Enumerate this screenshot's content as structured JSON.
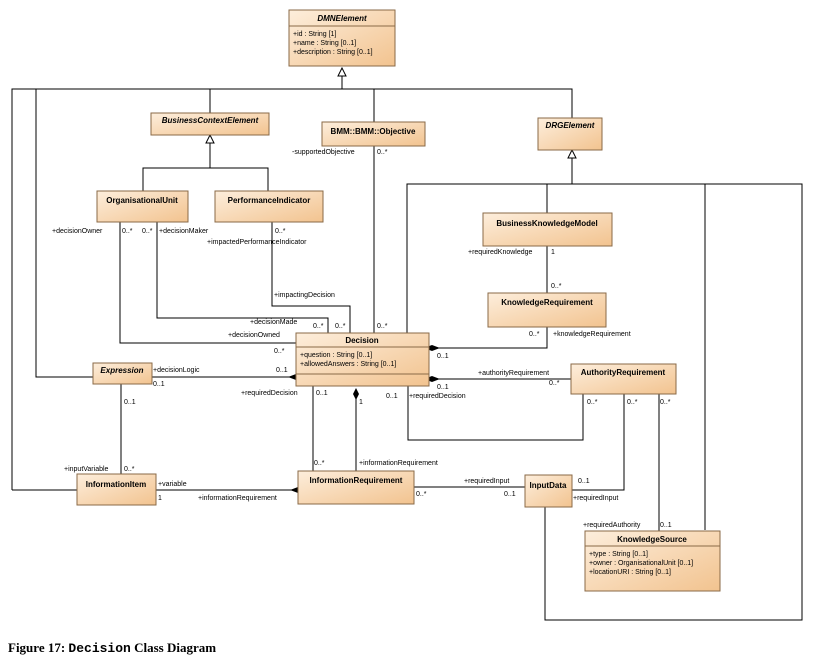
{
  "classes": {
    "dmn_element": {
      "name": "DMNElement",
      "attrs": [
        "+id : String [1]",
        "+name : String [0..1]",
        "+description : String [0..1]"
      ]
    },
    "business_context_element": {
      "name": "BusinessContextElement"
    },
    "bmm_objective": {
      "name": "BMM::BMM::Objective"
    },
    "drg_element": {
      "name": "DRGElement"
    },
    "organisational_unit": {
      "name": "OrganisationalUnit"
    },
    "performance_indicator": {
      "name": "PerformanceIndicator"
    },
    "business_knowledge_model": {
      "name": "BusinessKnowledgeModel"
    },
    "knowledge_requirement": {
      "name": "KnowledgeRequirement"
    },
    "decision": {
      "name": "Decision",
      "attrs": [
        "+question : String [0..1]",
        "+allowedAnswers : String [0..1]"
      ]
    },
    "expression": {
      "name": "Expression"
    },
    "authority_requirement": {
      "name": "AuthorityRequirement"
    },
    "information_item": {
      "name": "InformationItem"
    },
    "information_requirement": {
      "name": "InformationRequirement"
    },
    "input_data": {
      "name": "InputData"
    },
    "knowledge_source": {
      "name": "KnowledgeSource",
      "attrs": [
        "+type : String [0..1]",
        "+owner : OrganisationalUnit [0..1]",
        "+locationURI : String [0..1]"
      ]
    }
  },
  "labels": {
    "supported_objective": "-supportedObjective",
    "mult_0star_a": "0..*",
    "decision_owner": "+decisionOwner",
    "mult_0star_b": "0..*",
    "mult_0star_c": "0..*",
    "decision_maker": "+decisionMaker",
    "mult_0star_d": "0..*",
    "impacted_pi": "+impactedPerformanceIndicator",
    "required_knowledge": "+requiredKnowledge",
    "mult_1_a": "1",
    "mult_0star_e": "0..*",
    "impacting_decision": "+impactingDecision",
    "decision_made": "+decisionMade",
    "mult_0star_f": "0..*",
    "mult_0star_g": "0..*",
    "mult_0star_h": "0..*",
    "decision_owned": "+decisionOwned",
    "mult_0star_i": "0..*",
    "mult_0star_j": "0..*",
    "knowledge_requirement_role": "+knowledgeRequirement",
    "mult_01_a": "0..1",
    "decision_logic": "+decisionLogic",
    "mult_01_b": "0..1",
    "mult_01_c": "0..1",
    "authority_requirement_role": "+authorityRequirement",
    "mult_0star_k": "0..*",
    "mult_01_d": "0..1",
    "required_decision_a": "+requiredDecision",
    "mult_01_e": "0..1",
    "mult_1_b": "1",
    "mult_01_f": "0..1",
    "required_decision_b": "+requiredDecision",
    "mult_0star_l": "0..*",
    "mult_0star_m": "0..*",
    "mult_01_g": "0..1",
    "input_variable": "+inputVariable",
    "mult_0star_n": "0..*",
    "mult_0star_o": "0..*",
    "information_requirement_role_a": "+informationRequirement",
    "variable": "+variable",
    "mult_1_c": "1",
    "information_requirement_role_b": "+informationRequirement",
    "required_input_a": "+requiredInput",
    "mult_01_h": "0..1",
    "mult_0star_p": "0..*",
    "mult_01_i": "0..1",
    "required_input_b": "+requiredInput",
    "required_authority": "+requiredAuthority",
    "mult_01_j": "0..1"
  },
  "caption": {
    "prefix": "Figure 17:",
    "name": "Decision",
    "suffix": "Class Diagram"
  },
  "colors": {
    "class_fill_top": "#fbe7cf",
    "class_fill_bottom": "#f3c593",
    "class_border": "#8a6a47"
  }
}
